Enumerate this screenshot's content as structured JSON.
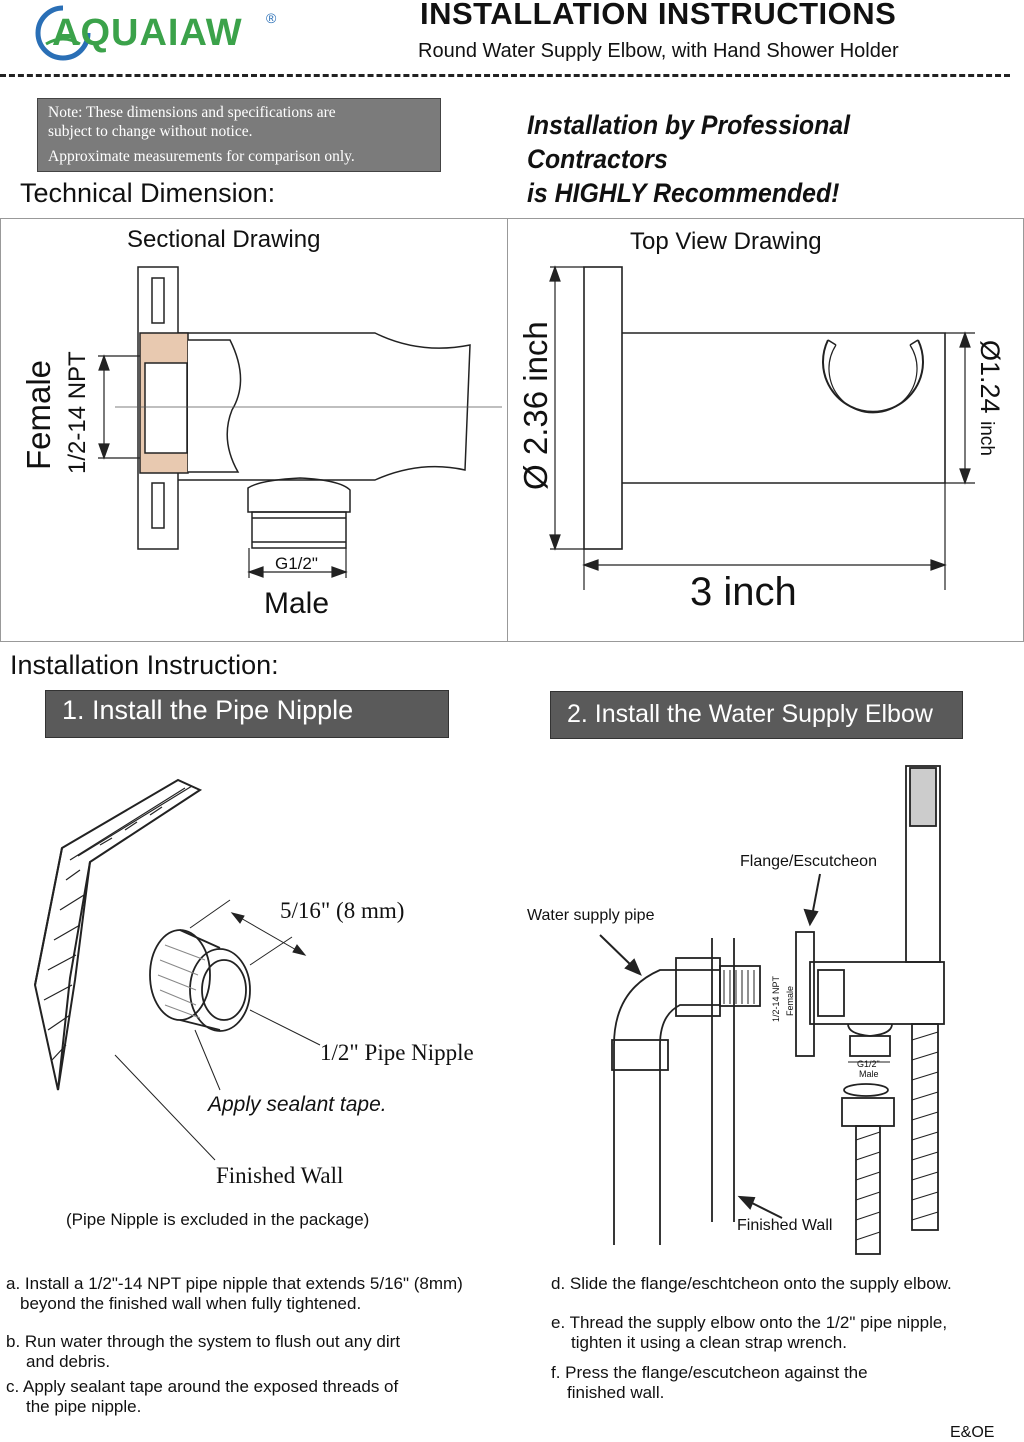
{
  "header": {
    "brand": "AQUAIAW",
    "brand_reg": "®",
    "title": "INSTALLATION INSTRUCTIONS",
    "subtitle": "Round Water Supply Elbow, with Hand Shower Holder"
  },
  "note": {
    "line1": "Note: These dimensions and specifications are",
    "line2": "subject to change without notice.",
    "line3": "Approximate measurements for comparison only."
  },
  "recommendation": {
    "line1": "Installation by Professional Contractors",
    "line2": "is HIGHLY Recommended!"
  },
  "technical": {
    "heading": "Technical Dimension:",
    "sectional": {
      "title": "Sectional Drawing",
      "female": "Female",
      "female_thread": "1/2-14 NPT",
      "male_thread": "G1/2\"",
      "male": "Male"
    },
    "topview": {
      "title": "Top View Drawing",
      "diameter_flange": "Ø 2.36 inch",
      "diameter_holder": "Ø1.24",
      "diameter_holder_unit": "inch",
      "length": "3 inch"
    }
  },
  "installation": {
    "heading": "Installation Instruction:",
    "step1": {
      "label": "1. Install the Pipe Nipple",
      "dimension": "5/16\" (8 mm)",
      "nipple": "1/2\" Pipe Nipple",
      "sealant": "Apply sealant tape.",
      "wall": "Finished Wall",
      "excluded": "(Pipe Nipple is excluded in the package)"
    },
    "step2": {
      "label": "2. Install the Water Supply Elbow",
      "flange": "Flange/Escutcheon",
      "pipe": "Water supply pipe",
      "wall": "Finished Wall",
      "npt": "1/2-14 NPT",
      "female": "Female",
      "g12": "G1/2\"",
      "male": "Male"
    }
  },
  "instructions": {
    "a1": "a. Install a 1/2\"-14 NPT pipe nipple that extends 5/16\" (8mm)",
    "a2": "beyond the finished wall when fully tightened.",
    "b1": "b. Run water through the system to flush out any dirt",
    "b2": "and debris.",
    "c1": "c. Apply sealant tape around the exposed threads of",
    "c2": "the pipe nipple.",
    "d1": "d. Slide the flange/eschtcheon onto the supply elbow.",
    "e1": "e. Thread the supply elbow onto the 1/2\" pipe nipple,",
    "e2": "tighten it using a clean strap wrench.",
    "f1": "f. Press the flange/escutcheon against the",
    "f2": "finished wall."
  },
  "footer": {
    "eoe": "E&OE"
  },
  "colors": {
    "logo_green": "#3ba24a",
    "logo_blue": "#2a6fb6",
    "note_bg": "#7b7b7b",
    "step_bg": "#5a5a5a"
  }
}
